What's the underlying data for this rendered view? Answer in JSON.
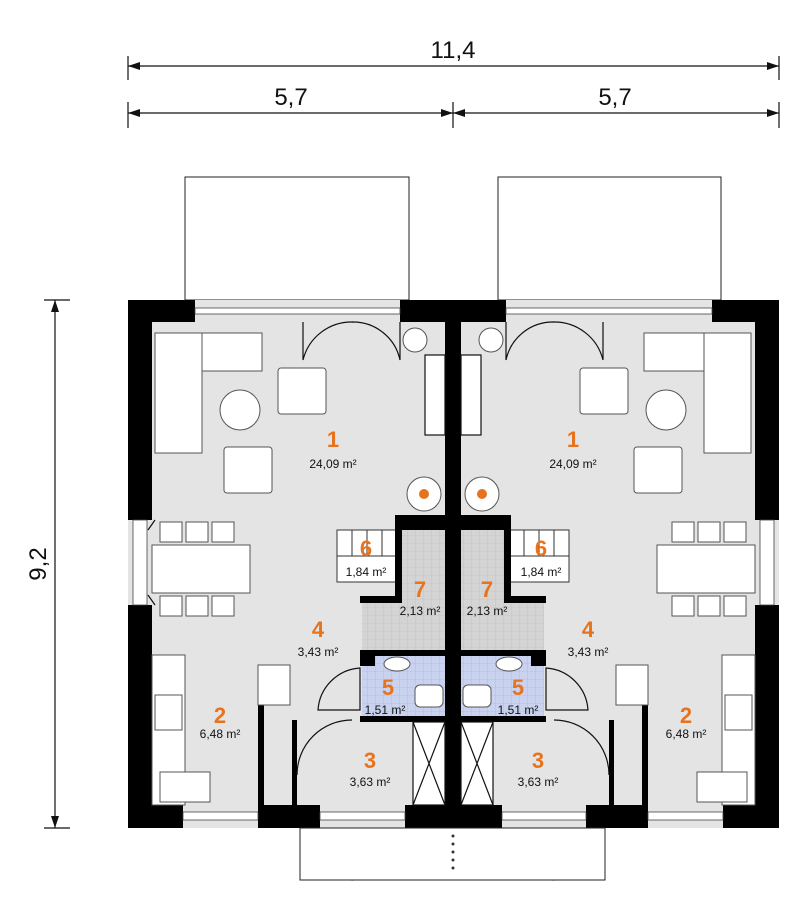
{
  "dimensions": {
    "total_width": "11,4",
    "left_width": "5,7",
    "right_width": "5,7",
    "depth": "9,2"
  },
  "units": [
    {
      "rooms": [
        {
          "number": "1",
          "area": "24,09 m²"
        },
        {
          "number": "2",
          "area": "6,48 m²"
        },
        {
          "number": "3",
          "area": "3,63 m²"
        },
        {
          "number": "4",
          "area": "3,43 m²"
        },
        {
          "number": "5",
          "area": "1,51 m²"
        },
        {
          "number": "6",
          "area": "1,84 m²"
        },
        {
          "number": "7",
          "area": "2,13 m²"
        }
      ]
    },
    {
      "rooms": [
        {
          "number": "1",
          "area": "24,09 m²"
        },
        {
          "number": "2",
          "area": "6,48 m²"
        },
        {
          "number": "3",
          "area": "3,63 m²"
        },
        {
          "number": "4",
          "area": "3,43 m²"
        },
        {
          "number": "5",
          "area": "1,51 m²"
        },
        {
          "number": "6",
          "area": "1,84 m²"
        },
        {
          "number": "7",
          "area": "2,13 m²"
        }
      ]
    }
  ],
  "colors": {
    "wall": "#000000",
    "floor": "#e4e4e4",
    "label": "#e8731e",
    "bathroom": "#c9d3ef",
    "hall": "#d6d6d6"
  }
}
